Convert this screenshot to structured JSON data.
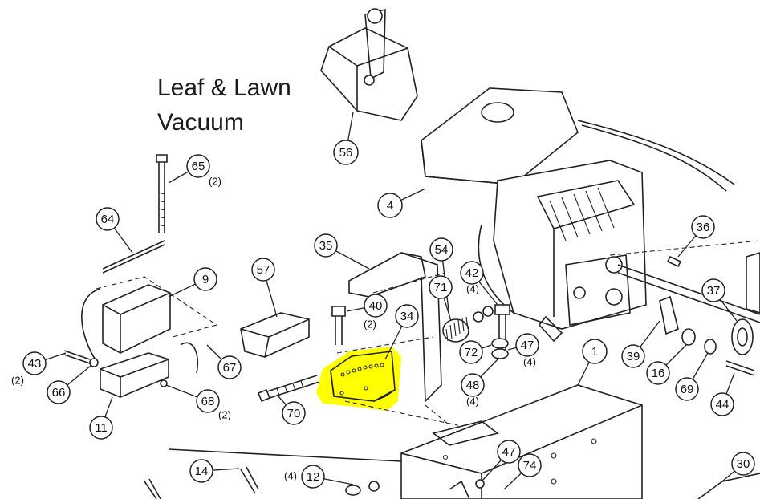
{
  "title": {
    "line1": "Leaf & Lawn",
    "line2": "Vacuum"
  },
  "highlight_color": "#ffff00",
  "callouts": [
    {
      "id": "c56",
      "label": "56"
    },
    {
      "id": "c4",
      "label": "4"
    },
    {
      "id": "c65",
      "label": "65",
      "qty": "(2)"
    },
    {
      "id": "c64",
      "label": "64"
    },
    {
      "id": "c9",
      "label": "9"
    },
    {
      "id": "c57",
      "label": "57"
    },
    {
      "id": "c35",
      "label": "35"
    },
    {
      "id": "c54",
      "label": "54"
    },
    {
      "id": "c42",
      "label": "42",
      "qty": "(4)"
    },
    {
      "id": "c36",
      "label": "36"
    },
    {
      "id": "c40",
      "label": "40",
      "qty": "(2)"
    },
    {
      "id": "c34",
      "label": "34"
    },
    {
      "id": "c71",
      "label": "71"
    },
    {
      "id": "c37",
      "label": "37"
    },
    {
      "id": "c47a",
      "label": "47",
      "qty": "(4)"
    },
    {
      "id": "c72",
      "label": "72"
    },
    {
      "id": "c1",
      "label": "1"
    },
    {
      "id": "c39",
      "label": "39"
    },
    {
      "id": "c16",
      "label": "16"
    },
    {
      "id": "c69",
      "label": "69"
    },
    {
      "id": "c44",
      "label": "44"
    },
    {
      "id": "c48",
      "label": "48",
      "qty": "(4)"
    },
    {
      "id": "c43",
      "label": "43",
      "qty": "(2)"
    },
    {
      "id": "c67",
      "label": "67"
    },
    {
      "id": "c66",
      "label": "66"
    },
    {
      "id": "c68",
      "label": "68",
      "qty": "(2)"
    },
    {
      "id": "c70",
      "label": "70"
    },
    {
      "id": "c11",
      "label": "11"
    },
    {
      "id": "c14",
      "label": "14"
    },
    {
      "id": "c12",
      "label": "12",
      "qty": "(4)"
    },
    {
      "id": "c47b",
      "label": "47"
    },
    {
      "id": "c74",
      "label": "74"
    },
    {
      "id": "c30",
      "label": "30"
    }
  ]
}
